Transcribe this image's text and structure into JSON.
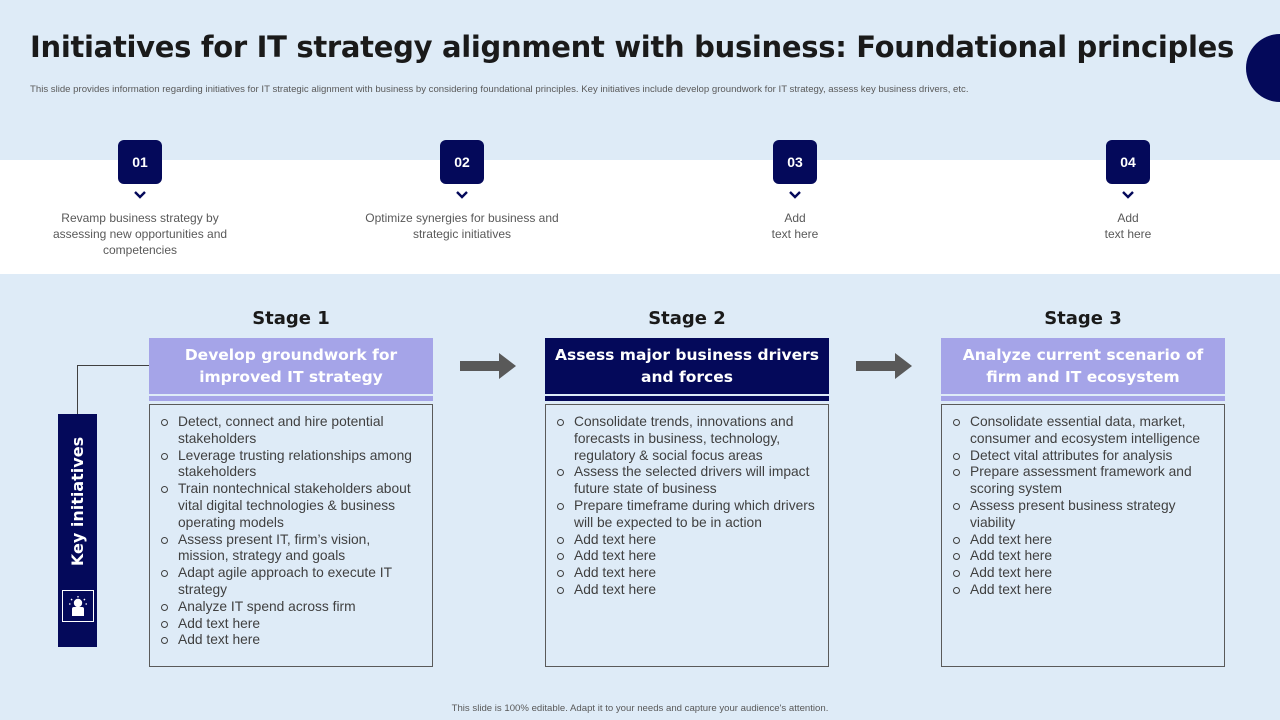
{
  "title": "Initiatives for IT strategy alignment with business: Foundational principles",
  "subtitle": "This slide provides information regarding initiatives for IT strategic alignment  with business by considering foundational principles. Key initiatives include develop groundwork for IT strategy, assess key business drivers, etc.",
  "steps": [
    {
      "number": "01",
      "text": "Revamp  business strategy by assessing new opportunities and competencies"
    },
    {
      "number": "02",
      "text": "Optimize synergies for business and strategic initiatives"
    },
    {
      "number": "03",
      "text": "Add\ntext here"
    },
    {
      "number": "04",
      "text": "Add\ntext here"
    }
  ],
  "key_initiatives_label": "Key initiatives",
  "stages": [
    {
      "label": "Stage 1",
      "heading": "Develop groundwork for improved IT strategy",
      "items": [
        "Detect, connect and hire potential stakeholders",
        "Leverage trusting relationships among stakeholders",
        "Train nontechnical stakeholders about vital digital technologies & business operating models",
        "Assess present IT, firm’s vision, mission, strategy and goals",
        "Adapt agile approach to execute IT strategy",
        "Analyze IT spend across firm",
        "Add text here",
        "Add text here"
      ]
    },
    {
      "label": "Stage 2",
      "heading": "Assess major business drivers and forces",
      "items": [
        "Consolidate trends, innovations and forecasts in business, technology, regulatory & social focus areas",
        "Assess the selected drivers will  impact future state of business",
        "Prepare timeframe during which drivers will be expected to be in action",
        "Add text here",
        "Add text here",
        "Add text here",
        "Add text here"
      ]
    },
    {
      "label": "Stage 3",
      "heading": "Analyze current scenario of firm and IT ecosystem",
      "items": [
        "Consolidate essential data, market, consumer and ecosystem intelligence",
        "Detect vital attributes for analysis",
        "Prepare assessment framework and scoring system",
        "Assess present business strategy viability",
        "Add text here",
        "Add text here",
        "Add text here",
        "Add text here"
      ]
    }
  ],
  "footer": "This slide is 100% editable.  Adapt it to your needs and capture your audience's attention.",
  "icons": {
    "step_chevron": "chevron-down-icon",
    "stage_arrow": "arrow-right-icon",
    "key_icon": "idea-hand-icon"
  },
  "colors": {
    "navy": "#04095a",
    "lavender": "#a5a4e8",
    "background": "#deebf7",
    "band": "#ffffff",
    "arrow": "#595959"
  }
}
